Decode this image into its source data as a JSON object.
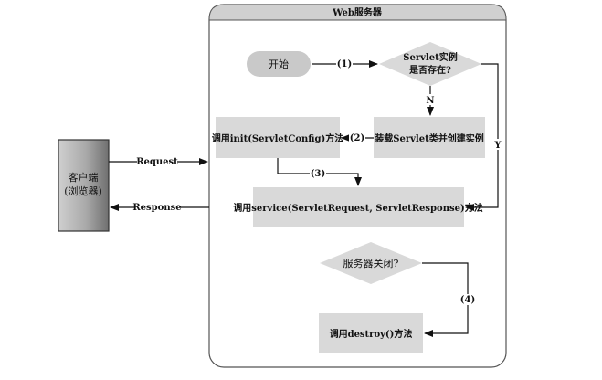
{
  "server": {
    "title": "Web服务器"
  },
  "client": {
    "line1": "客户端",
    "line2": "(浏览器)"
  },
  "nodes": {
    "start": "开始",
    "decision_exists_1": "Servlet实例",
    "decision_exists_2": "是否存在?",
    "load": "装载Servlet类并创建实例",
    "init": "调用init(ServletConfig)方法",
    "service": "调用service(ServletRequest, ServletResponse)方法",
    "shutdown": "服务器关闭?",
    "destroy": "调用destroy()方法"
  },
  "arrows": {
    "request": "Request",
    "response": "Response",
    "step1": "(1)",
    "step2": "(2)",
    "step3": "(3)",
    "step4": "(4)",
    "no": "N",
    "yes": "Y"
  },
  "colors": {
    "box_fill": "#d9d9d9",
    "start_fill": "#c9c9c9",
    "stroke": "#333333",
    "client_fill_dark": "#6f6f6f",
    "client_fill_light": "#cfcfcf"
  }
}
